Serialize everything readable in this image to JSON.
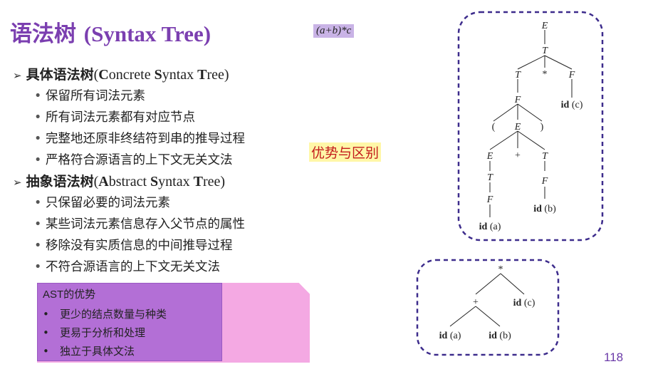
{
  "title": {
    "zh": "语法树",
    "en": "(Syntax Tree)"
  },
  "expression": "(a+b)*c",
  "concrete": {
    "zh": "具体语法树",
    "en_open": "(",
    "en_b1": "C",
    "en_r1": "oncrete ",
    "en_b2": "S",
    "en_r2": "yntax ",
    "en_b3": "T",
    "en_r3": "ree)",
    "items": [
      "保留所有词法元素",
      "所有词法元素都有对应节点",
      "完整地还原非终结符到串的推导过程",
      "严格符合源语言的上下文无关文法"
    ]
  },
  "abstract": {
    "zh": "抽象语法树",
    "en_open": "(",
    "en_b1": "A",
    "en_r1": "bstract ",
    "en_b2": "S",
    "en_r2": "yntax ",
    "en_b3": "T",
    "en_r3": "ree)",
    "items": [
      "只保留必要的词法元素",
      "某些词法元素信息存入父节点的属性",
      "移除没有实质信息的中间推导过程",
      "不符合源语言的上下文无关文法"
    ]
  },
  "advantage_label": "优势与区别",
  "ast_box": {
    "title": "AST的优势",
    "items": [
      "更少的结点数量与种类",
      "更易于分析和处理",
      "独立于具体文法"
    ]
  },
  "page_number": "118",
  "colors": {
    "title": "#7b3fb0",
    "dashed_border": "#3d2c8c",
    "highlight_text": "#c41c1c",
    "box_purple": "#b36fd6",
    "box_pink": "#f4a9e3"
  },
  "concrete_tree": {
    "nodes": {
      "E1": "E",
      "T1": "T",
      "T2": "T",
      "star": "*",
      "F1": "F",
      "idc": "id (c)",
      "F2": "F",
      "lp": "(",
      "E2": "E",
      "rp": ")",
      "E3": "E",
      "plus": "+",
      "T3": "T",
      "T4": "T",
      "F3": "F",
      "F4": "F",
      "ida": "id (a)",
      "idb": "id (b)"
    }
  },
  "ast_tree": {
    "nodes": {
      "star": "*",
      "plus": "+",
      "idc": "id (c)",
      "ida": "id (a)",
      "idb": "id (b)"
    }
  }
}
